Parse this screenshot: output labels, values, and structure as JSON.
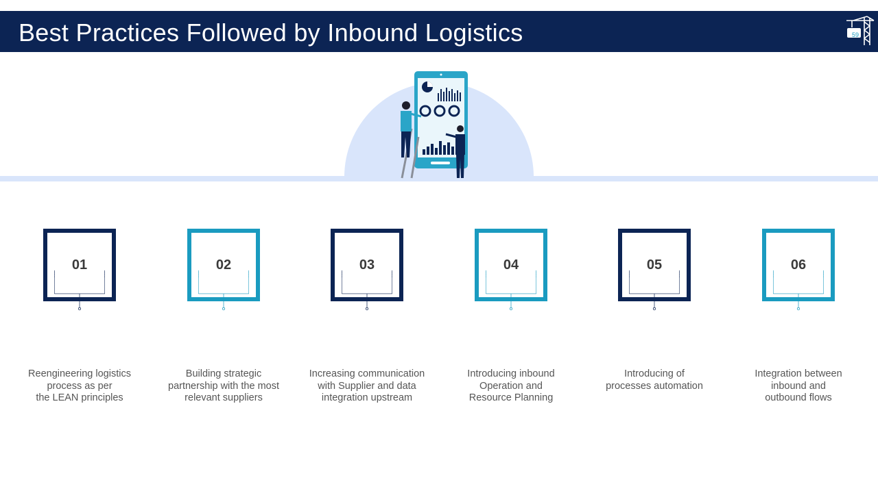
{
  "header": {
    "title": "Best Practices Followed by Inbound Logistics",
    "page_number": "59"
  },
  "colors": {
    "navy": "#0c2454",
    "teal": "#1a9bc0",
    "light_blue": "#d9e5fb",
    "text": "#555555"
  },
  "steps": [
    {
      "number": "01",
      "text": "Reengineering logistics\nprocess as per\nthe LEAN principles",
      "color": "navy"
    },
    {
      "number": "02",
      "text": "Building strategic\npartnership with the most\nrelevant suppliers",
      "color": "teal"
    },
    {
      "number": "03",
      "text": "Increasing communication\nwith Supplier and data\nintegration upstream",
      "color": "navy"
    },
    {
      "number": "04",
      "text": "Introducing inbound\nOperation and\nResource Planning",
      "color": "teal"
    },
    {
      "number": "05",
      "text": "Introducing of\nprocesses automation",
      "color": "navy"
    },
    {
      "number": "06",
      "text": "Integration between\ninbound and\noutbound flows",
      "color": "teal"
    }
  ]
}
